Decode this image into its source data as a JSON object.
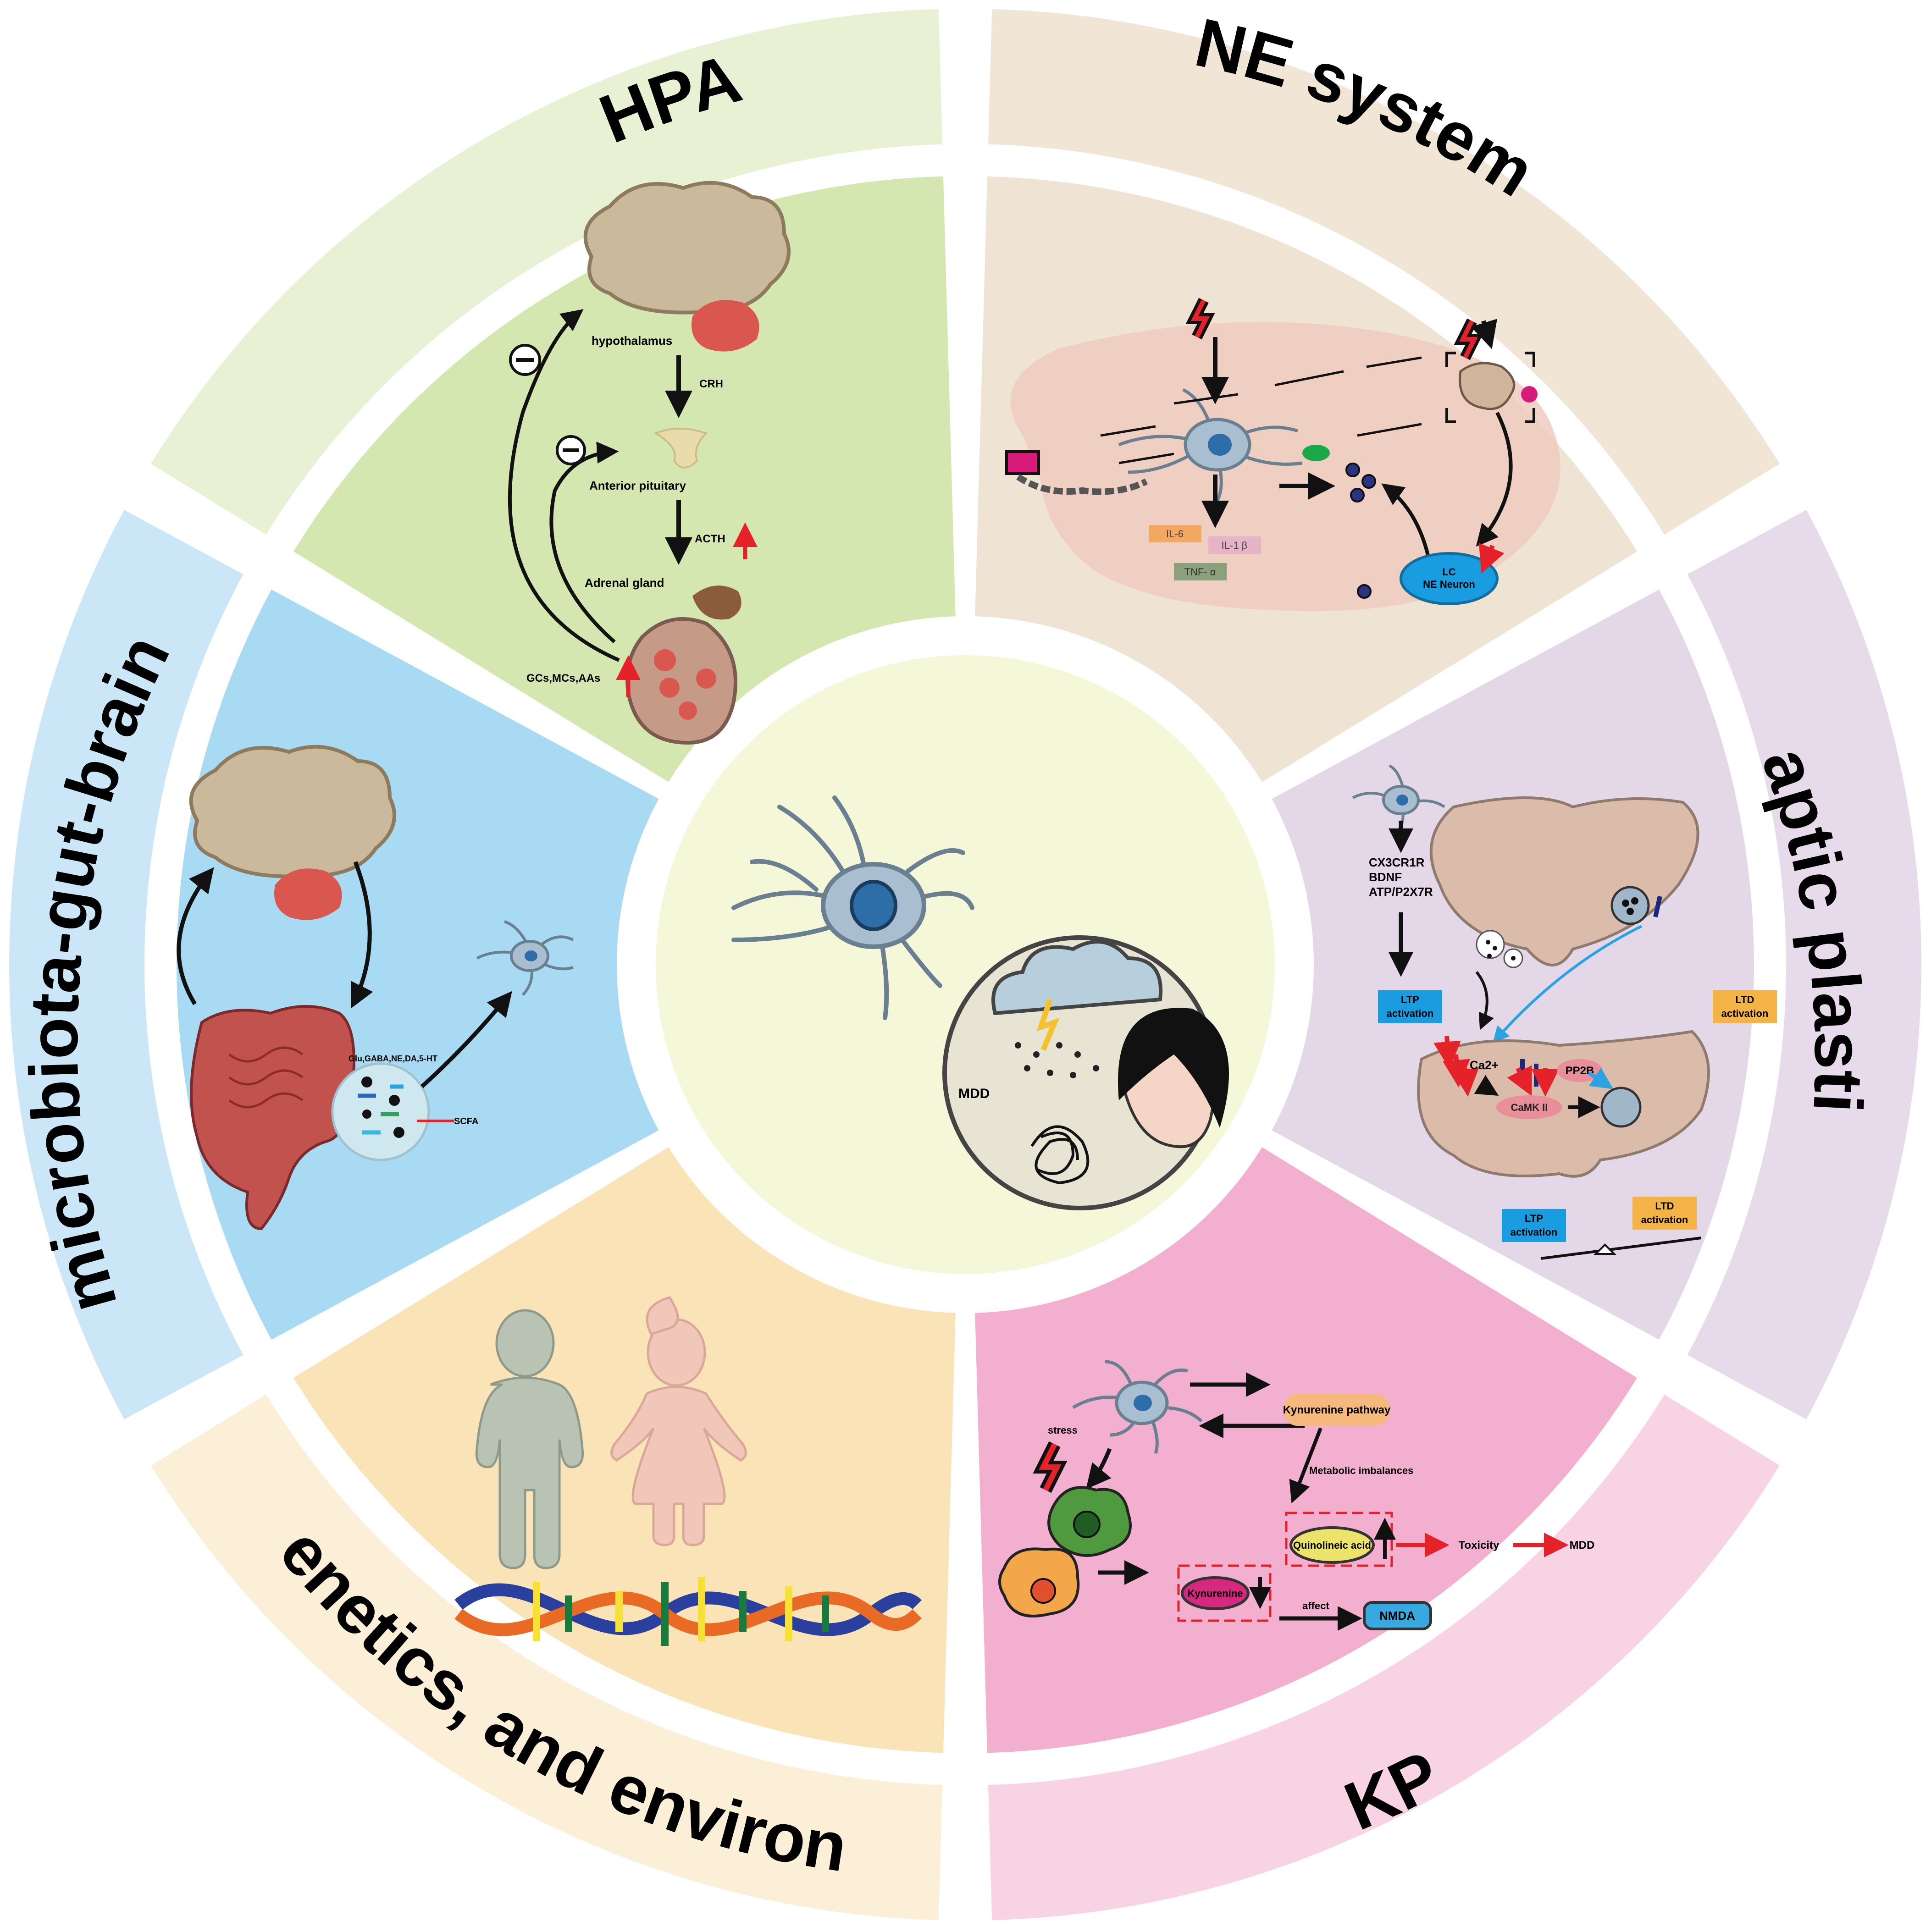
{
  "center": {
    "mdd_label": "MDD"
  },
  "sections": {
    "hpa": {
      "title": "HPA",
      "hypothalamus": "hypothalamus",
      "crh": "CRH",
      "anterior_pituitary": "Anterior pituitary",
      "acth": "ACTH",
      "adrenal_gland": "Adrenal gland",
      "hormones": "GCs,MCs,AAs"
    },
    "ne": {
      "title": "NE system",
      "il6": "IL-6",
      "il1b": "IL-1 β",
      "tnfa": "TNF- α",
      "lc_line1": "LC",
      "lc_line2": "NE  Neuron"
    },
    "synaptic": {
      "title": "Synaptic plasticity",
      "factor1": "CX3CR1R",
      "factor2": "BDNF",
      "factor3": "ATP/P2X7R",
      "ltp_line1": "LTP",
      "ltp_line2": "activation",
      "ltd_line1": "LTD",
      "ltd_line2": "activation",
      "ca": "Ca2+",
      "pp2b": "PP2B",
      "camk": "CaMK II"
    },
    "kp": {
      "title": "KP",
      "pathway": "Kynurenine pathway",
      "stress": "stress",
      "metabolic": "Metabolic imbalances",
      "quin": "Quinolineic acid",
      "toxicity": "Toxicity",
      "mdd": "MDD",
      "kynurenine": "Kynurenine",
      "affect": "affect",
      "nmda": "NMDA"
    },
    "sex": {
      "title": "Sex, genetics, and environment"
    },
    "gut": {
      "title": "The microbiota-gut-brain axis",
      "neuro": "Glu,GABA,NE,DA,5-HT",
      "scfa": "SCFA"
    }
  },
  "colors": {
    "hpa": "#d5e7b0",
    "hpa_ring": "#e8f1d3",
    "ne": "#efe3d3",
    "ne_ring": "#f1e6d6",
    "synaptic": "#e4d7e8",
    "synaptic_ring": "#e6daeb",
    "kp": "#f3afd0",
    "kp_ring": "#f8d3e3",
    "sex": "#fae3b7",
    "sex_ring": "#fcefd8",
    "gut": "#a9daf3",
    "gut_ring": "#cbe7f7",
    "center": "#f5f7d9",
    "microglia": "#a9bfd1",
    "nucleus": "#2e6ea8",
    "arrow_red": "#e5222a"
  }
}
